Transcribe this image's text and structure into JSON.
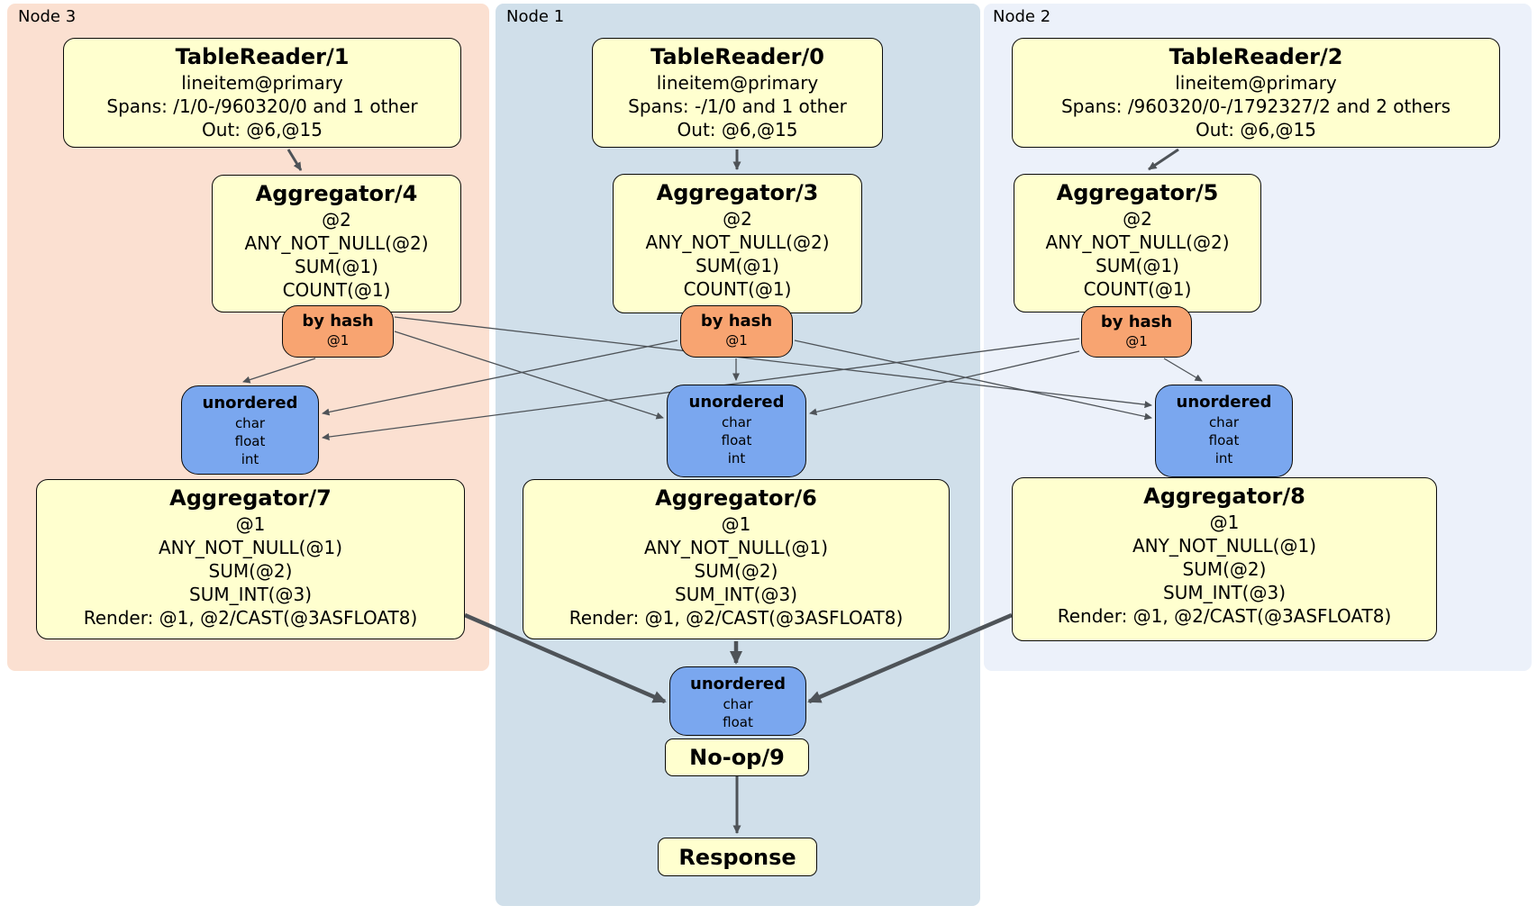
{
  "panels": [
    {
      "label": "Node 3",
      "color": "#fbe0d1"
    },
    {
      "label": "Node 1",
      "color": "#d0dfea"
    },
    {
      "label": "Node 2",
      "color": "#ecf1fa"
    }
  ],
  "processors": {
    "tr1": {
      "title": "TableReader/1",
      "lines": [
        "lineitem@primary",
        "Spans: /1/0-/960320/0 and 1 other",
        "Out: @6,@15"
      ]
    },
    "tr0": {
      "title": "TableReader/0",
      "lines": [
        "lineitem@primary",
        "Spans: -/1/0 and 1 other",
        "Out: @6,@15"
      ]
    },
    "tr2": {
      "title": "TableReader/2",
      "lines": [
        "lineitem@primary",
        "Spans: /960320/0-/1792327/2 and 2 others",
        "Out: @6,@15"
      ]
    },
    "agg4": {
      "title": "Aggregator/4",
      "lines": [
        "@2",
        "ANY_NOT_NULL(@2)",
        "SUM(@1)",
        "COUNT(@1)"
      ]
    },
    "agg3": {
      "title": "Aggregator/3",
      "lines": [
        "@2",
        "ANY_NOT_NULL(@2)",
        "SUM(@1)",
        "COUNT(@1)"
      ]
    },
    "agg5": {
      "title": "Aggregator/5",
      "lines": [
        "@2",
        "ANY_NOT_NULL(@2)",
        "SUM(@1)",
        "COUNT(@1)"
      ]
    },
    "agg7": {
      "title": "Aggregator/7",
      "lines": [
        "@1",
        "ANY_NOT_NULL(@1)",
        "SUM(@2)",
        "SUM_INT(@3)",
        "Render: @1, @2/CAST(@3ASFLOAT8)"
      ]
    },
    "agg6": {
      "title": "Aggregator/6",
      "lines": [
        "@1",
        "ANY_NOT_NULL(@1)",
        "SUM(@2)",
        "SUM_INT(@3)",
        "Render: @1, @2/CAST(@3ASFLOAT8)"
      ]
    },
    "agg8": {
      "title": "Aggregator/8",
      "lines": [
        "@1",
        "ANY_NOT_NULL(@1)",
        "SUM(@2)",
        "SUM_INT(@3)",
        "Render: @1, @2/CAST(@3ASFLOAT8)"
      ]
    },
    "noop": {
      "title": "No-op/9"
    },
    "response": {
      "title": "Response"
    }
  },
  "routers": {
    "bh4": {
      "title": "by hash",
      "detail": "@1"
    },
    "bh3": {
      "title": "by hash",
      "detail": "@1"
    },
    "bh5": {
      "title": "by hash",
      "detail": "@1"
    }
  },
  "syncs": {
    "u7": {
      "title": "unordered",
      "lines": [
        "char",
        "float",
        "int"
      ]
    },
    "u6": {
      "title": "unordered",
      "lines": [
        "char",
        "float",
        "int"
      ]
    },
    "u8": {
      "title": "unordered",
      "lines": [
        "char",
        "float",
        "int"
      ]
    },
    "ufinal": {
      "title": "unordered",
      "lines": [
        "char",
        "float"
      ]
    }
  },
  "colors": {
    "processor_fill": "#ffffcf",
    "router_fill": "#f8a471",
    "sync_fill": "#7aa7ef",
    "edge": "#4e5358",
    "border": "#0a0a0a"
  }
}
